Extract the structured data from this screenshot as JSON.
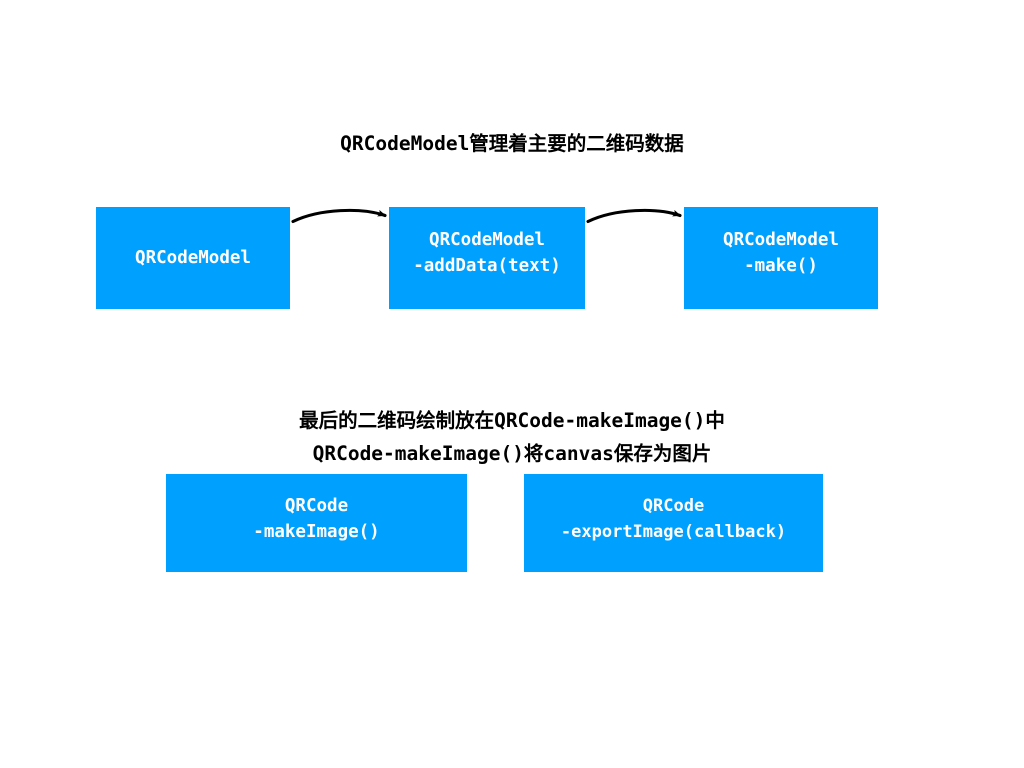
{
  "title": {
    "text": "QRCodeModel管理着主要的二维码数据"
  },
  "caption": {
    "line1": "最后的二维码绘制放在QRCode-makeImage()中",
    "line2": "QRCode-makeImage()将canvas保存为图片"
  },
  "colors": {
    "node_fill": "#00a0ff",
    "node_text": "#ffffff",
    "arrow": "#000000",
    "heading_text": "#000000",
    "background": "#ffffff"
  },
  "flow": {
    "top_row": [
      {
        "id": "qrcodemodel",
        "line1": "QRCodeModel",
        "line2": ""
      },
      {
        "id": "qrcodemodel-adddata",
        "line1": "QRCodeModel",
        "line2": "-addData(text)"
      },
      {
        "id": "qrcodemodel-make",
        "line1": "QRCodeModel",
        "line2": "-make()"
      }
    ],
    "bottom_row": [
      {
        "id": "qrcode-makeimage",
        "line1": "QRCode",
        "line2": "-makeImage()"
      },
      {
        "id": "qrcode-exportimage",
        "line1": "QRCode",
        "line2": "-exportImage(callback)"
      }
    ],
    "connectors": [
      {
        "id": "arrow-1",
        "from": "qrcodemodel",
        "to": "qrcodemodel-adddata"
      },
      {
        "id": "arrow-2",
        "from": "qrcodemodel-adddata",
        "to": "qrcodemodel-make"
      }
    ]
  }
}
